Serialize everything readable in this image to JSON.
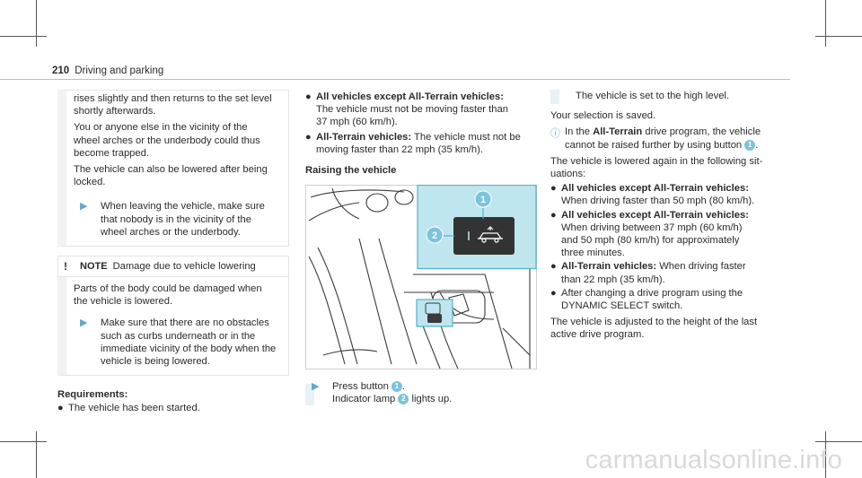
{
  "header": {
    "page": "210",
    "section": "Driving and parking"
  },
  "col1": {
    "intro_lines": [
      "rises slightly and then returns to the set level",
      "shortly afterwards."
    ],
    "p2": [
      "You or anyone else in the vicinity of the",
      "wheel arches or the underbody could thus",
      "become trapped."
    ],
    "p3": [
      "The vehicle can also be lowered after being",
      "locked."
    ],
    "step1": [
      "When leaving the vehicle, make sure",
      "that nobody is in the vicinity of the",
      "wheel arches or the underbody."
    ],
    "note": {
      "label": "NOTE",
      "title": "Damage due to vehicle lowering",
      "body": [
        "Parts of the body could be damaged when",
        "the vehicle is lowered."
      ],
      "step": [
        "Make sure that there are no obstacles",
        "such as curbs underneath or in the",
        "immediate vicinity of the body when the",
        "vehicle is being lowered."
      ]
    },
    "req_title": "Requirements:",
    "req_item": "The vehicle has been started."
  },
  "col2": {
    "b1_bold": "All vehicles except All-Terrain vehicles:",
    "b1_text": [
      "The vehicle must not be moving faster than",
      "37 mph (60 km/h)."
    ],
    "b2_bold": "All-Terrain vehicles:",
    "b2_text": [
      " The vehicle must not be",
      "moving faster than 22 mph (35 km/h)."
    ],
    "heading": "Raising the vehicle",
    "step_a": "Press button",
    "step_b": "Indicator lamp",
    "step_b_end": "lights up.",
    "callout1": "1",
    "callout2": "2"
  },
  "col3": {
    "status": "The vehicle is set to the high level.",
    "saved": "Your selection is saved.",
    "info_a": "In the",
    "info_bold": "All-Terrain",
    "info_b": "drive program, the vehicle",
    "info_c": "cannot be raised further by using button",
    "lowered": [
      "The vehicle is lowered again in the following sit-",
      "uations:"
    ],
    "items": [
      {
        "bold": "All vehicles except All-Terrain vehicles:",
        "text": [
          "When driving faster than 50 mph (80 km/h)."
        ]
      },
      {
        "bold": "All vehicles except All-Terrain vehicles:",
        "text": [
          "When driving between 37 mph (60 km/h)",
          "and 50 mph (80 km/h) for approximately",
          "three minutes."
        ]
      },
      {
        "bold": "All-Terrain vehicles:",
        "text": [
          " When driving faster",
          "than 22 mph (35 km/h)."
        ]
      },
      {
        "bold": "",
        "text": [
          "After changing a drive program using the",
          "DYNAMIC SELECT switch."
        ]
      }
    ],
    "final": [
      "The vehicle is adjusted to the height of the last",
      "active drive program."
    ]
  },
  "watermark": "carmanualsonline.info",
  "colors": {
    "accent": "#5fa9c9",
    "badge": "#7cc3dc",
    "panel": "#bfe6ee"
  }
}
